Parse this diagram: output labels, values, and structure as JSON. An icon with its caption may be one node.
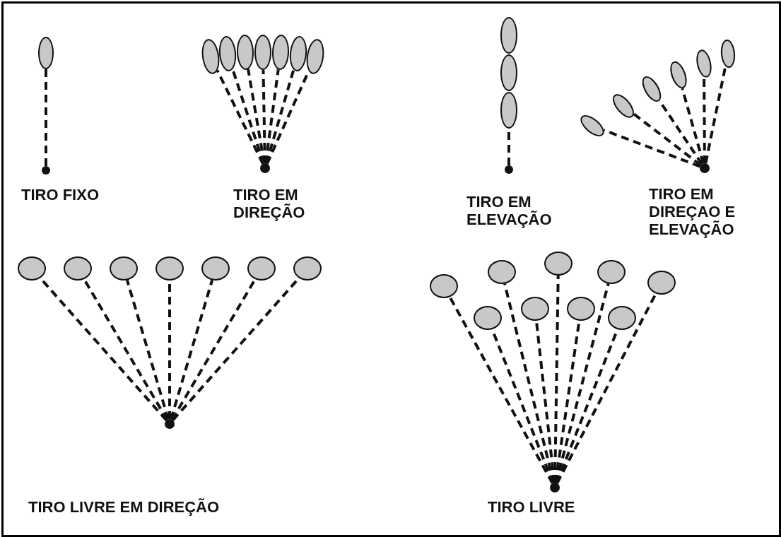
{
  "diagram": {
    "nodes": [
      {
        "text": [],
        "shape": "ellipse"
      },
      {
        "text": [],
        "shape": "dot"
      },
      {
        "text": [],
        "shape": "ellipse"
      },
      {
        "text": [],
        "shape": "ellipse"
      },
      {
        "text": [],
        "shape": "ellipse"
      },
      {
        "text": [],
        "shape": "ellipse"
      },
      {
        "text": [],
        "shape": "ellipse"
      },
      {
        "text": [],
        "shape": "ellipse"
      },
      {
        "text": [],
        "shape": "ellipse"
      },
      {
        "text": [],
        "shape": "dot"
      },
      {
        "text": [],
        "shape": "ellipse"
      },
      {
        "text": [],
        "shape": "ellipse"
      },
      {
        "text": [],
        "shape": "ellipse"
      },
      {
        "text": [],
        "shape": "dot"
      },
      {
        "text": [],
        "shape": "ellipse"
      },
      {
        "text": [],
        "shape": "ellipse"
      },
      {
        "text": [],
        "shape": "ellipse"
      },
      {
        "text": [],
        "shape": "ellipse"
      },
      {
        "text": [],
        "shape": "ellipse"
      },
      {
        "text": [],
        "shape": "ellipse"
      },
      {
        "text": [],
        "shape": "dot"
      },
      {
        "text": [],
        "shape": "ellipse"
      },
      {
        "text": [],
        "shape": "ellipse"
      },
      {
        "text": [],
        "shape": "ellipse"
      },
      {
        "text": [],
        "shape": "ellipse"
      },
      {
        "text": [],
        "shape": "ellipse"
      },
      {
        "text": [],
        "shape": "ellipse"
      },
      {
        "text": [],
        "shape": "ellipse"
      },
      {
        "text": [],
        "shape": "dot"
      },
      {
        "text": [],
        "shape": "ellipse"
      },
      {
        "text": [],
        "shape": "ellipse"
      },
      {
        "text": [],
        "shape": "ellipse"
      },
      {
        "text": [],
        "shape": "ellipse"
      },
      {
        "text": [],
        "shape": "ellipse"
      },
      {
        "text": [],
        "shape": "ellipse"
      },
      {
        "text": [],
        "shape": "ellipse"
      },
      {
        "text": [],
        "shape": "ellipse"
      },
      {
        "text": [],
        "shape": "ellipse"
      },
      {
        "text": [],
        "shape": "dot"
      }
    ],
    "edges": [
      {
        "from": 1,
        "to": 0,
        "arrow": "none",
        "style": "dashed"
      },
      {
        "from": 9,
        "to": 2,
        "arrow": "none",
        "style": "dashed"
      },
      {
        "from": 9,
        "to": 3,
        "arrow": "none",
        "style": "dashed"
      },
      {
        "from": 9,
        "to": 4,
        "arrow": "none",
        "style": "dashed"
      },
      {
        "from": 9,
        "to": 5,
        "arrow": "none",
        "style": "dashed"
      },
      {
        "from": 9,
        "to": 6,
        "arrow": "none",
        "style": "dashed"
      },
      {
        "from": 9,
        "to": 7,
        "arrow": "none",
        "style": "dashed"
      },
      {
        "from": 9,
        "to": 8,
        "arrow": "none",
        "style": "dashed"
      },
      {
        "from": 13,
        "to": 12,
        "arrow": "none",
        "style": "dashed"
      },
      {
        "from": 20,
        "to": 14,
        "arrow": "none",
        "style": "dashed"
      },
      {
        "from": 20,
        "to": 15,
        "arrow": "none",
        "style": "dashed"
      },
      {
        "from": 20,
        "to": 16,
        "arrow": "none",
        "style": "dashed"
      },
      {
        "from": 20,
        "to": 17,
        "arrow": "none",
        "style": "dashed"
      },
      {
        "from": 20,
        "to": 18,
        "arrow": "none",
        "style": "dashed"
      },
      {
        "from": 20,
        "to": 19,
        "arrow": "none",
        "style": "dashed"
      },
      {
        "from": 28,
        "to": 21,
        "arrow": "none",
        "style": "dashed"
      },
      {
        "from": 28,
        "to": 22,
        "arrow": "none",
        "style": "dashed"
      },
      {
        "from": 28,
        "to": 23,
        "arrow": "none",
        "style": "dashed"
      },
      {
        "from": 28,
        "to": 24,
        "arrow": "none",
        "style": "dashed"
      },
      {
        "from": 28,
        "to": 25,
        "arrow": "none",
        "style": "dashed"
      },
      {
        "from": 28,
        "to": 26,
        "arrow": "none",
        "style": "dashed"
      },
      {
        "from": 28,
        "to": 27,
        "arrow": "none",
        "style": "dashed"
      },
      {
        "from": 38,
        "to": 29,
        "arrow": "none",
        "style": "dashed"
      },
      {
        "from": 38,
        "to": 30,
        "arrow": "none",
        "style": "dashed"
      },
      {
        "from": 38,
        "to": 31,
        "arrow": "none",
        "style": "dashed"
      },
      {
        "from": 38,
        "to": 32,
        "arrow": "none",
        "style": "dashed"
      },
      {
        "from": 38,
        "to": 33,
        "arrow": "none",
        "style": "dashed"
      },
      {
        "from": 38,
        "to": 34,
        "arrow": "none",
        "style": "dashed"
      },
      {
        "from": 38,
        "to": 35,
        "arrow": "none",
        "style": "dashed"
      },
      {
        "from": 38,
        "to": 36,
        "arrow": "none",
        "style": "dashed"
      },
      {
        "from": 38,
        "to": 37,
        "arrow": "none",
        "style": "dashed"
      }
    ],
    "labels": [
      "TIRO FIXO",
      "TIRO EM DIREÇÃO",
      "TIRO EM ELEVAÇÃO",
      "TIRO EM DIREÇAO E ELEVAÇÃO",
      "TIRO LIVRE EM DIREÇÃO",
      "TIRO LIVRE"
    ]
  }
}
